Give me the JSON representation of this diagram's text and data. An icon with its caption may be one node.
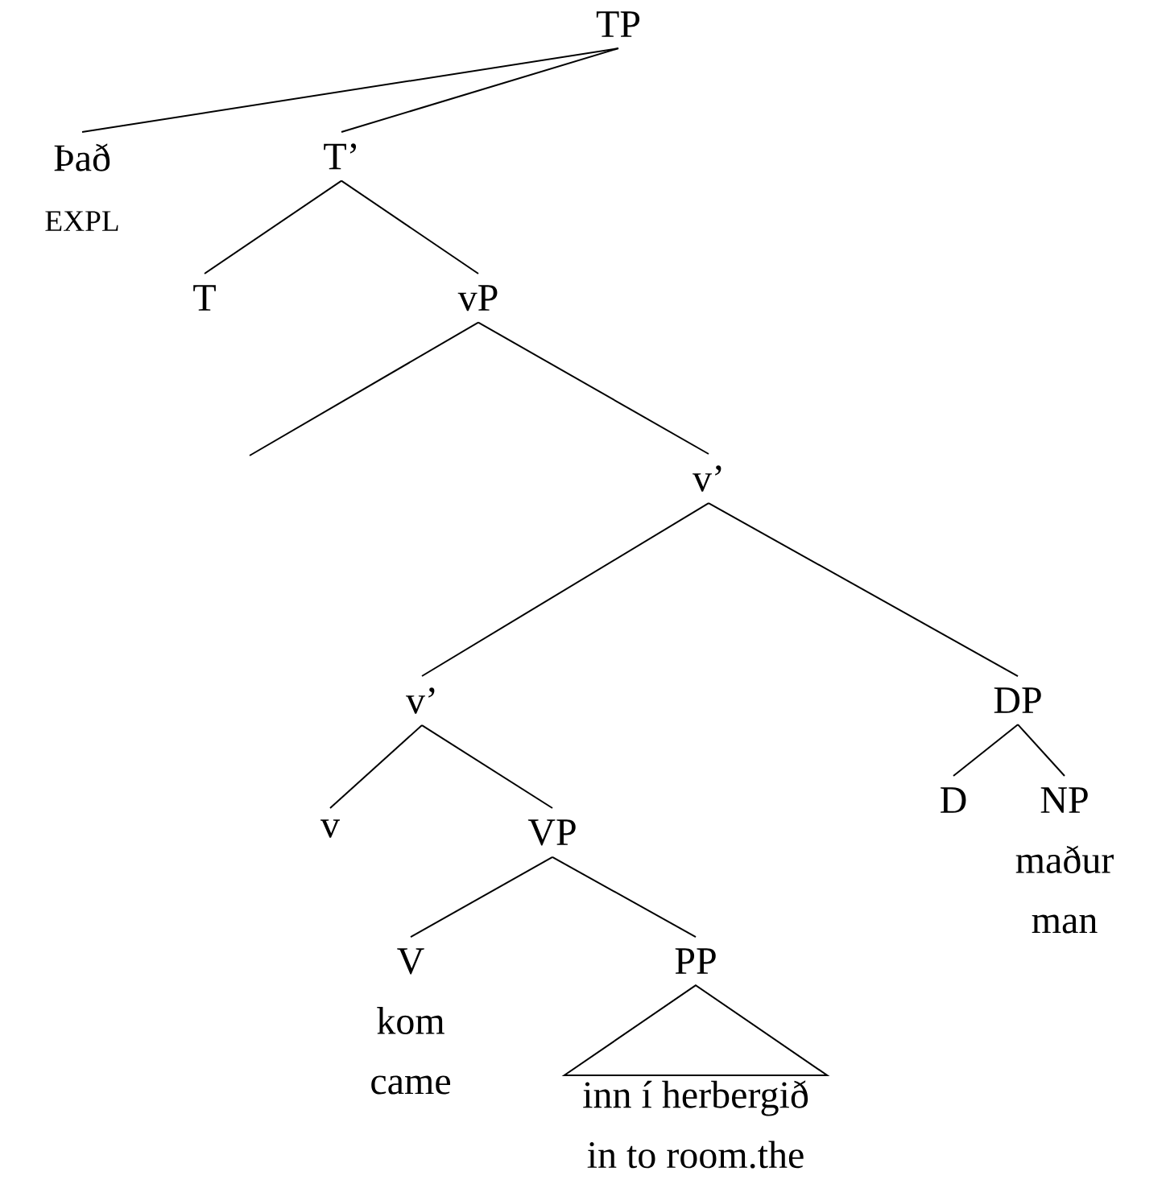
{
  "diagram": {
    "nodes": [
      {
        "text": [
          "TP"
        ]
      },
      {
        "text": [
          "Það",
          "EXPL"
        ]
      },
      {
        "text": [
          "T’"
        ]
      },
      {
        "text": [
          "T"
        ]
      },
      {
        "text": [
          "vP"
        ]
      },
      {
        "text": [
          "v’"
        ]
      },
      {
        "text": [
          "v’"
        ]
      },
      {
        "text": [
          "DP"
        ]
      },
      {
        "text": [
          "v"
        ]
      },
      {
        "text": [
          "VP"
        ]
      },
      {
        "text": [
          "D"
        ]
      },
      {
        "text": [
          "NP",
          "maður",
          "man"
        ]
      },
      {
        "text": [
          "V",
          "kom",
          "came"
        ]
      },
      {
        "text": [
          "PP"
        ]
      },
      {
        "text": [
          "inn í herbergið",
          "in to room.the"
        ]
      }
    ],
    "edges": [
      {
        "from": 0,
        "to": 1,
        "arrow": "none"
      },
      {
        "from": 0,
        "to": 2,
        "arrow": "none"
      },
      {
        "from": 2,
        "to": 3,
        "arrow": "none"
      },
      {
        "from": 2,
        "to": 4,
        "arrow": "none"
      },
      {
        "from": 4,
        "to": null,
        "arrow": "none"
      },
      {
        "from": 4,
        "to": 5,
        "arrow": "none"
      },
      {
        "from": 5,
        "to": 6,
        "arrow": "none"
      },
      {
        "from": 5,
        "to": 7,
        "arrow": "none"
      },
      {
        "from": 6,
        "to": 8,
        "arrow": "none"
      },
      {
        "from": 6,
        "to": 9,
        "arrow": "none"
      },
      {
        "from": 7,
        "to": 10,
        "arrow": "none"
      },
      {
        "from": 7,
        "to": 11,
        "arrow": "none"
      },
      {
        "from": 9,
        "to": 12,
        "arrow": "none"
      },
      {
        "from": 9,
        "to": 13,
        "arrow": "none"
      },
      {
        "from": 13,
        "to": 14,
        "arrow": "none"
      }
    ]
  }
}
